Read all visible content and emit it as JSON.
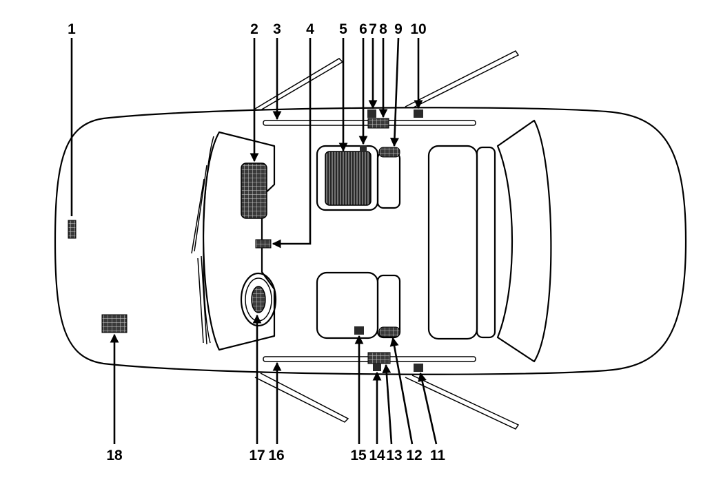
{
  "figure": {
    "callouts": [
      {
        "id": 1,
        "label": "1"
      },
      {
        "id": 2,
        "label": "2"
      },
      {
        "id": 3,
        "label": "3"
      },
      {
        "id": 4,
        "label": "4"
      },
      {
        "id": 5,
        "label": "5"
      },
      {
        "id": 6,
        "label": "6"
      },
      {
        "id": 7,
        "label": "7"
      },
      {
        "id": 8,
        "label": "8"
      },
      {
        "id": 9,
        "label": "9"
      },
      {
        "id": 10,
        "label": "10"
      },
      {
        "id": 11,
        "label": "11"
      },
      {
        "id": 12,
        "label": "12"
      },
      {
        "id": 13,
        "label": "13"
      },
      {
        "id": 14,
        "label": "14"
      },
      {
        "id": 15,
        "label": "15"
      },
      {
        "id": 16,
        "label": "16"
      },
      {
        "id": 17,
        "label": "17"
      },
      {
        "id": 18,
        "label": "18"
      }
    ],
    "colors": {
      "line": "#000000",
      "background": "#ffffff",
      "fill_dark": "#2a2a2a"
    }
  }
}
